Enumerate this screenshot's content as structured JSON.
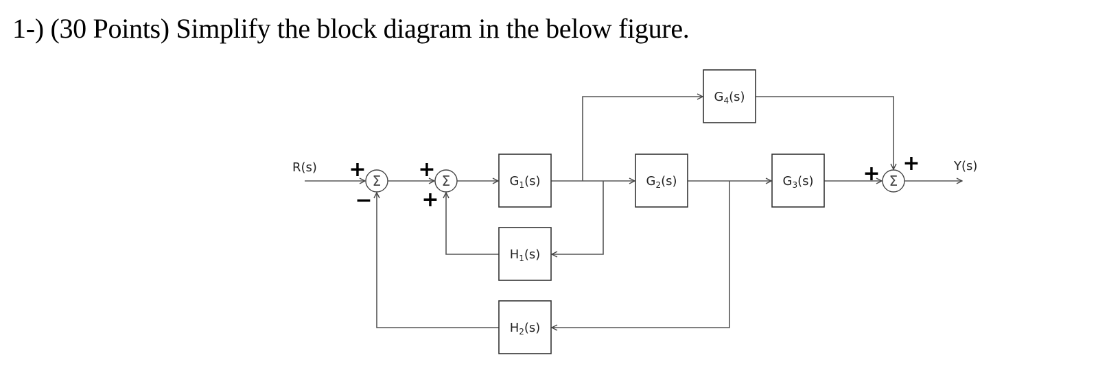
{
  "question": {
    "text": "1-) (30 Points) Simplify the block diagram in the below figure."
  },
  "diagram": {
    "input_label": "R(s)",
    "output_label": "Y(s)",
    "sum_symbol": "Σ",
    "blocks": {
      "G1": {
        "label": "G",
        "sub": "1",
        "suffix": "(s)"
      },
      "G2": {
        "label": "G",
        "sub": "2",
        "suffix": "(s)"
      },
      "G3": {
        "label": "G",
        "sub": "3",
        "suffix": "(s)"
      },
      "G4": {
        "label": "G",
        "sub": "4",
        "suffix": "(s)"
      },
      "H1": {
        "label": "H",
        "sub": "1",
        "suffix": "(s)"
      },
      "H2": {
        "label": "H",
        "sub": "2",
        "suffix": "(s)"
      }
    },
    "signs": {
      "sum1_input": "+",
      "sum1_feedback": "−",
      "sum2_input": "+",
      "sum2_feedback": "+",
      "sum3_main": "+",
      "sum3_top": "+"
    }
  }
}
